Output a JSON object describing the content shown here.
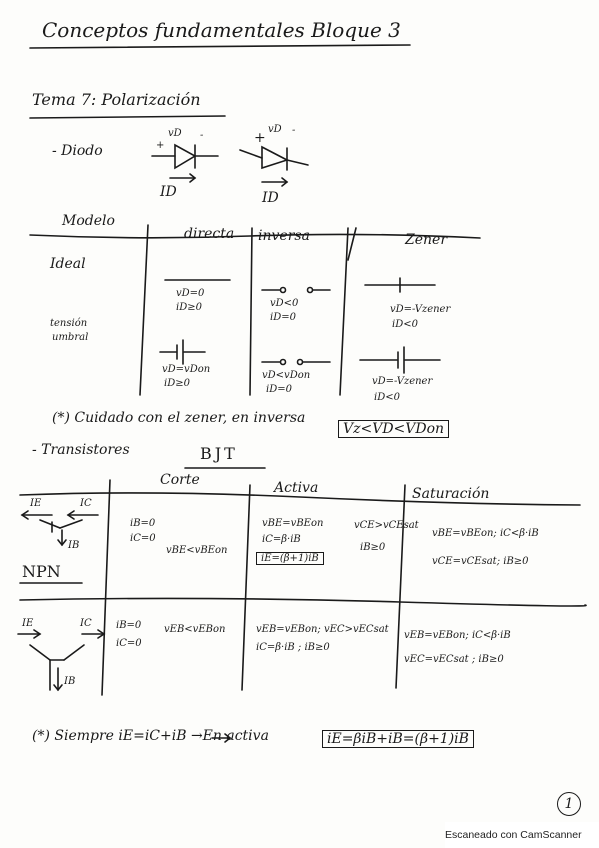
{
  "title": "Conceptos fundamentales Bloque 3",
  "tema7": {
    "heading": "Tema 7: Polarización",
    "diodo_label": "- Diodo",
    "diode1": {
      "vd": "vD",
      "plus": "+",
      "minus": "-",
      "id": "ID"
    },
    "diode2": {
      "vd": "vD",
      "plus": "+",
      "minus": "-",
      "id": "ID"
    },
    "table": {
      "header_modelo": "Modelo",
      "col_directa": "directa",
      "col_inversa": "inversa",
      "col_zener": "Zener",
      "row_ideal": "Ideal",
      "row_tension_1": "tensión",
      "row_tension_2": "umbral",
      "ideal_directa": [
        "vD=0",
        "iD≥0"
      ],
      "ideal_inversa": [
        "vD<0",
        "iD=0"
      ],
      "ideal_zener": [
        "vD=-Vzener",
        "iD<0"
      ],
      "umbral_directa": [
        "vD=vDon",
        "iD≥0"
      ],
      "umbral_inversa": [
        "vD<vDon",
        "iD=0"
      ],
      "umbral_zener": [
        "vD=-Vzener",
        "iD<0"
      ]
    },
    "note_zener": "(*) Cuidado con el zener, en inversa",
    "note_zener_box": "Vz<VD<VDon"
  },
  "bjt": {
    "transistores_label": "- Transistores",
    "bjt_label": "BJT",
    "col_corte": "Corte",
    "col_activa": "Activa",
    "col_saturacion": "Saturación",
    "npn": {
      "label": "NPN",
      "ie": "IE",
      "ic": "IC",
      "ib": "IB",
      "corte": [
        "iB=0",
        "iC=0",
        "vBE<vBEon"
      ],
      "activa": [
        "vBE=vBEon",
        "iC=β·iB",
        "iE=(β+1)iB"
      ],
      "activa_extra": "vCE>vCEsat",
      "activa_ib": "iB≥0",
      "saturacion": [
        "vBE=vBEon; iC<β·iB",
        "vCE=vCEsat; iB≥0"
      ]
    },
    "pnp": {
      "ie": "IE",
      "ic": "IC",
      "ib": "IB",
      "corte": [
        "iB=0",
        "iC=0",
        "vEB<vEBon"
      ],
      "activa": [
        "vEB=vEBon; vEC>vECsat",
        "iC=β·iB ; iB≥0"
      ],
      "saturacion": [
        "vEB=vEBon; iC<β·iB",
        "vEC=vECsat ; iB≥0"
      ]
    },
    "note_siempre": "(*) Siempre iE=iC+iB →En activa",
    "note_siempre_box": "iE=βiB+iB=(β+1)iB"
  },
  "page_number": "1",
  "footer": "Escaneado con CamScanner"
}
